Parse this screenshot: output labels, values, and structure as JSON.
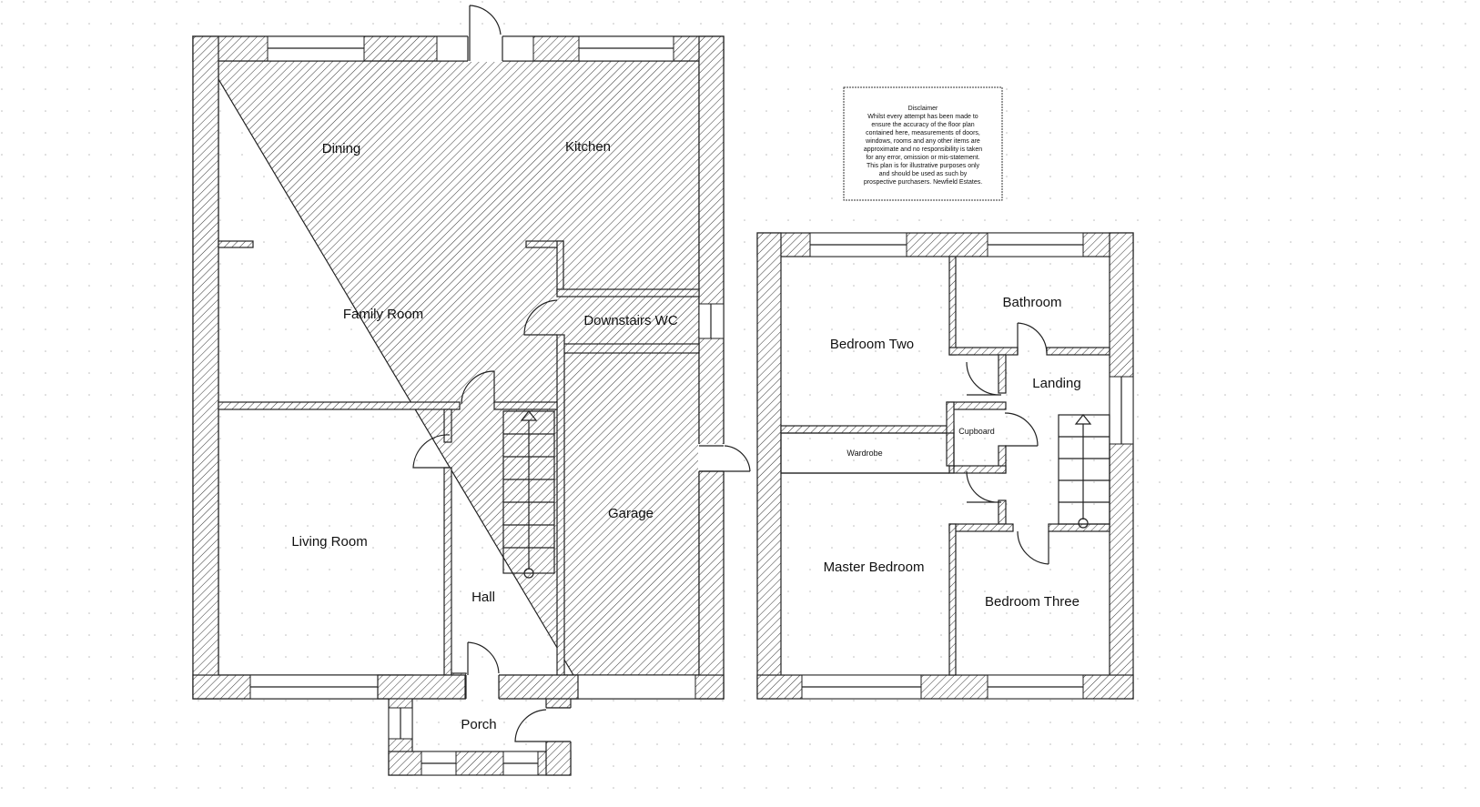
{
  "ground_floor": {
    "rooms": {
      "dining": "Dining",
      "kitchen": "Kitchen",
      "family_room": "Family Room",
      "downstairs_wc": "Downstairs WC",
      "living_room": "Living Room",
      "hall": "Hall",
      "garage": "Garage",
      "porch": "Porch"
    }
  },
  "first_floor": {
    "rooms": {
      "bedroom_two": "Bedroom Two",
      "bathroom": "Bathroom",
      "landing": "Landing",
      "cupboard": "Cupboard",
      "wardrobe": "Wardrobe",
      "master_bedroom": "Master Bedroom",
      "bedroom_three": "Bedroom Three"
    }
  },
  "disclaimer": {
    "lines": [
      "Disclaimer",
      "Whilst every attempt has been made to",
      "ensure the accuracy of the floor plan",
      "contained here, measurements of doors,",
      "windows, rooms and any other items are",
      "approximate and no responsibility is taken",
      "for any error, omission or mis-statement.",
      "This plan is for illustrative purposes only",
      "and should be used as such by",
      "prospective purchasers. Newfield Estates."
    ]
  },
  "colors": {
    "line": "#222222",
    "background": "#ffffff",
    "grid_dot": "#bbbbbb"
  }
}
